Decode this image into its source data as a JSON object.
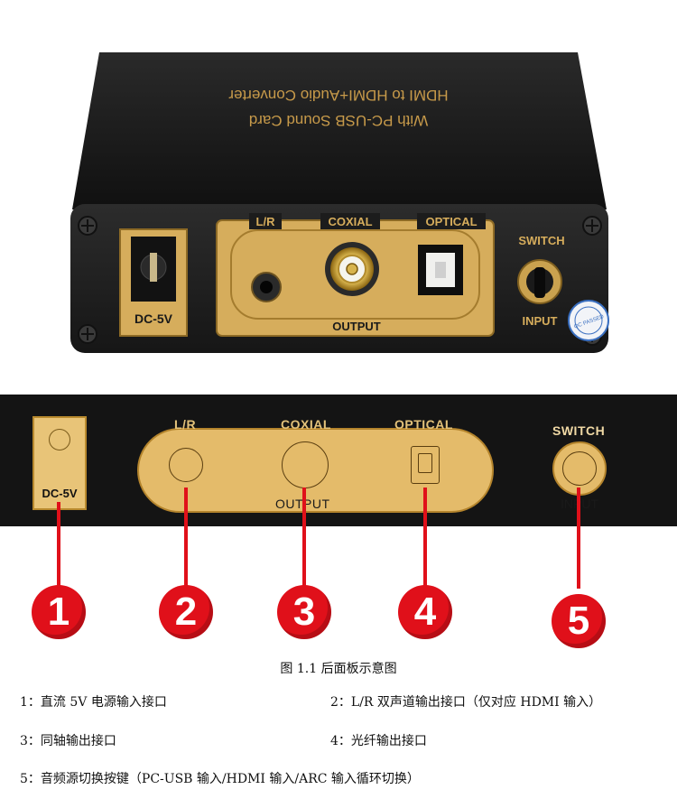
{
  "photo": {
    "top_text_line1": "HDMI to HDMI+Audio Converter",
    "top_text_line2": "With PC-USB Sound Card",
    "dc_label": "DC-5V",
    "lr_label": "L/R",
    "coaxial_label": "COXIAL",
    "optical_label": "OPTICAL",
    "output_label": "OUTPUT",
    "switch_label": "SWITCH",
    "input_label": "INPUT",
    "sticker_text": "QC PASSED"
  },
  "diagram": {
    "dc_label": "DC-5V",
    "lr_label": "L/R",
    "coaxial_label": "COXIAL",
    "optical_label": "OPTICAL",
    "output_label": "OUTPUT",
    "switch_label": "SWITCH",
    "input_label": "INPUT"
  },
  "callouts": [
    "1",
    "2",
    "3",
    "4",
    "5"
  ],
  "caption": "图 1.1 后面板示意图",
  "legend": {
    "item1": "1：直流 5V 电源输入接口",
    "item2": "2：L/R 双声道输出接口（仅对应 HDMI 输入）",
    "item3": "3：同轴输出接口",
    "item4": "4：光纤输出接口",
    "item5": "5：音频源切换按键（PC-USB 输入/HDMI 输入/ARC 输入循环切换）"
  },
  "colors": {
    "device_body": "#1c1c1c",
    "gold": "#d8b061",
    "callout_red": "#e0101a"
  }
}
